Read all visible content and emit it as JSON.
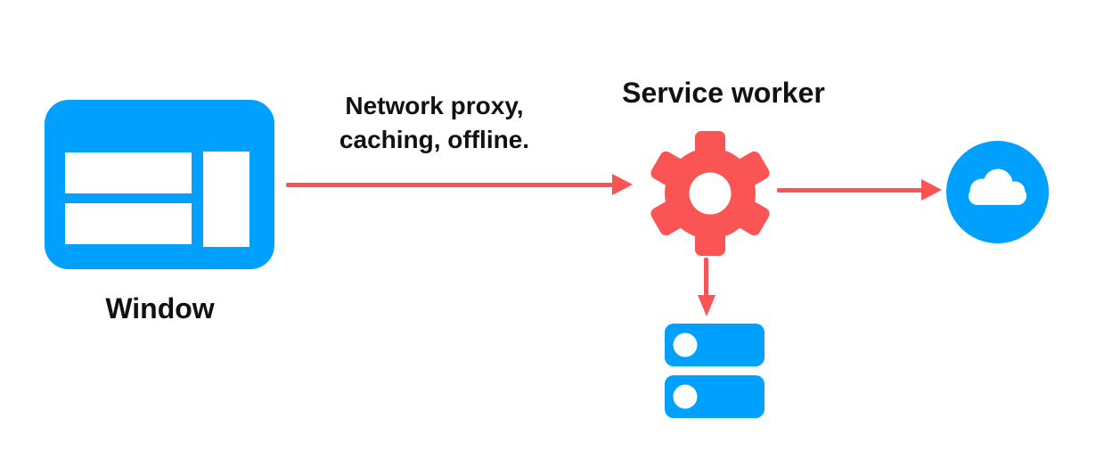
{
  "diagram": {
    "colors": {
      "blue": "#00a0ff",
      "red": "#fa5454",
      "text": "#111111",
      "bg": "#ffffff"
    },
    "nodes": {
      "window": {
        "label": "Window",
        "icon": "browser-window-icon"
      },
      "service_worker": {
        "label": "Service worker",
        "icon": "gear-icon"
      },
      "cloud": {
        "icon": "cloud-icon"
      },
      "storage": {
        "icon": "database-storage-icon"
      }
    },
    "edges": [
      {
        "from": "window",
        "to": "service_worker",
        "direction": "right",
        "label_line1": "Network proxy,",
        "label_line2": "caching, offline."
      },
      {
        "from": "service_worker",
        "to": "cloud",
        "direction": "right"
      },
      {
        "from": "service_worker",
        "to": "storage",
        "direction": "down"
      }
    ]
  }
}
